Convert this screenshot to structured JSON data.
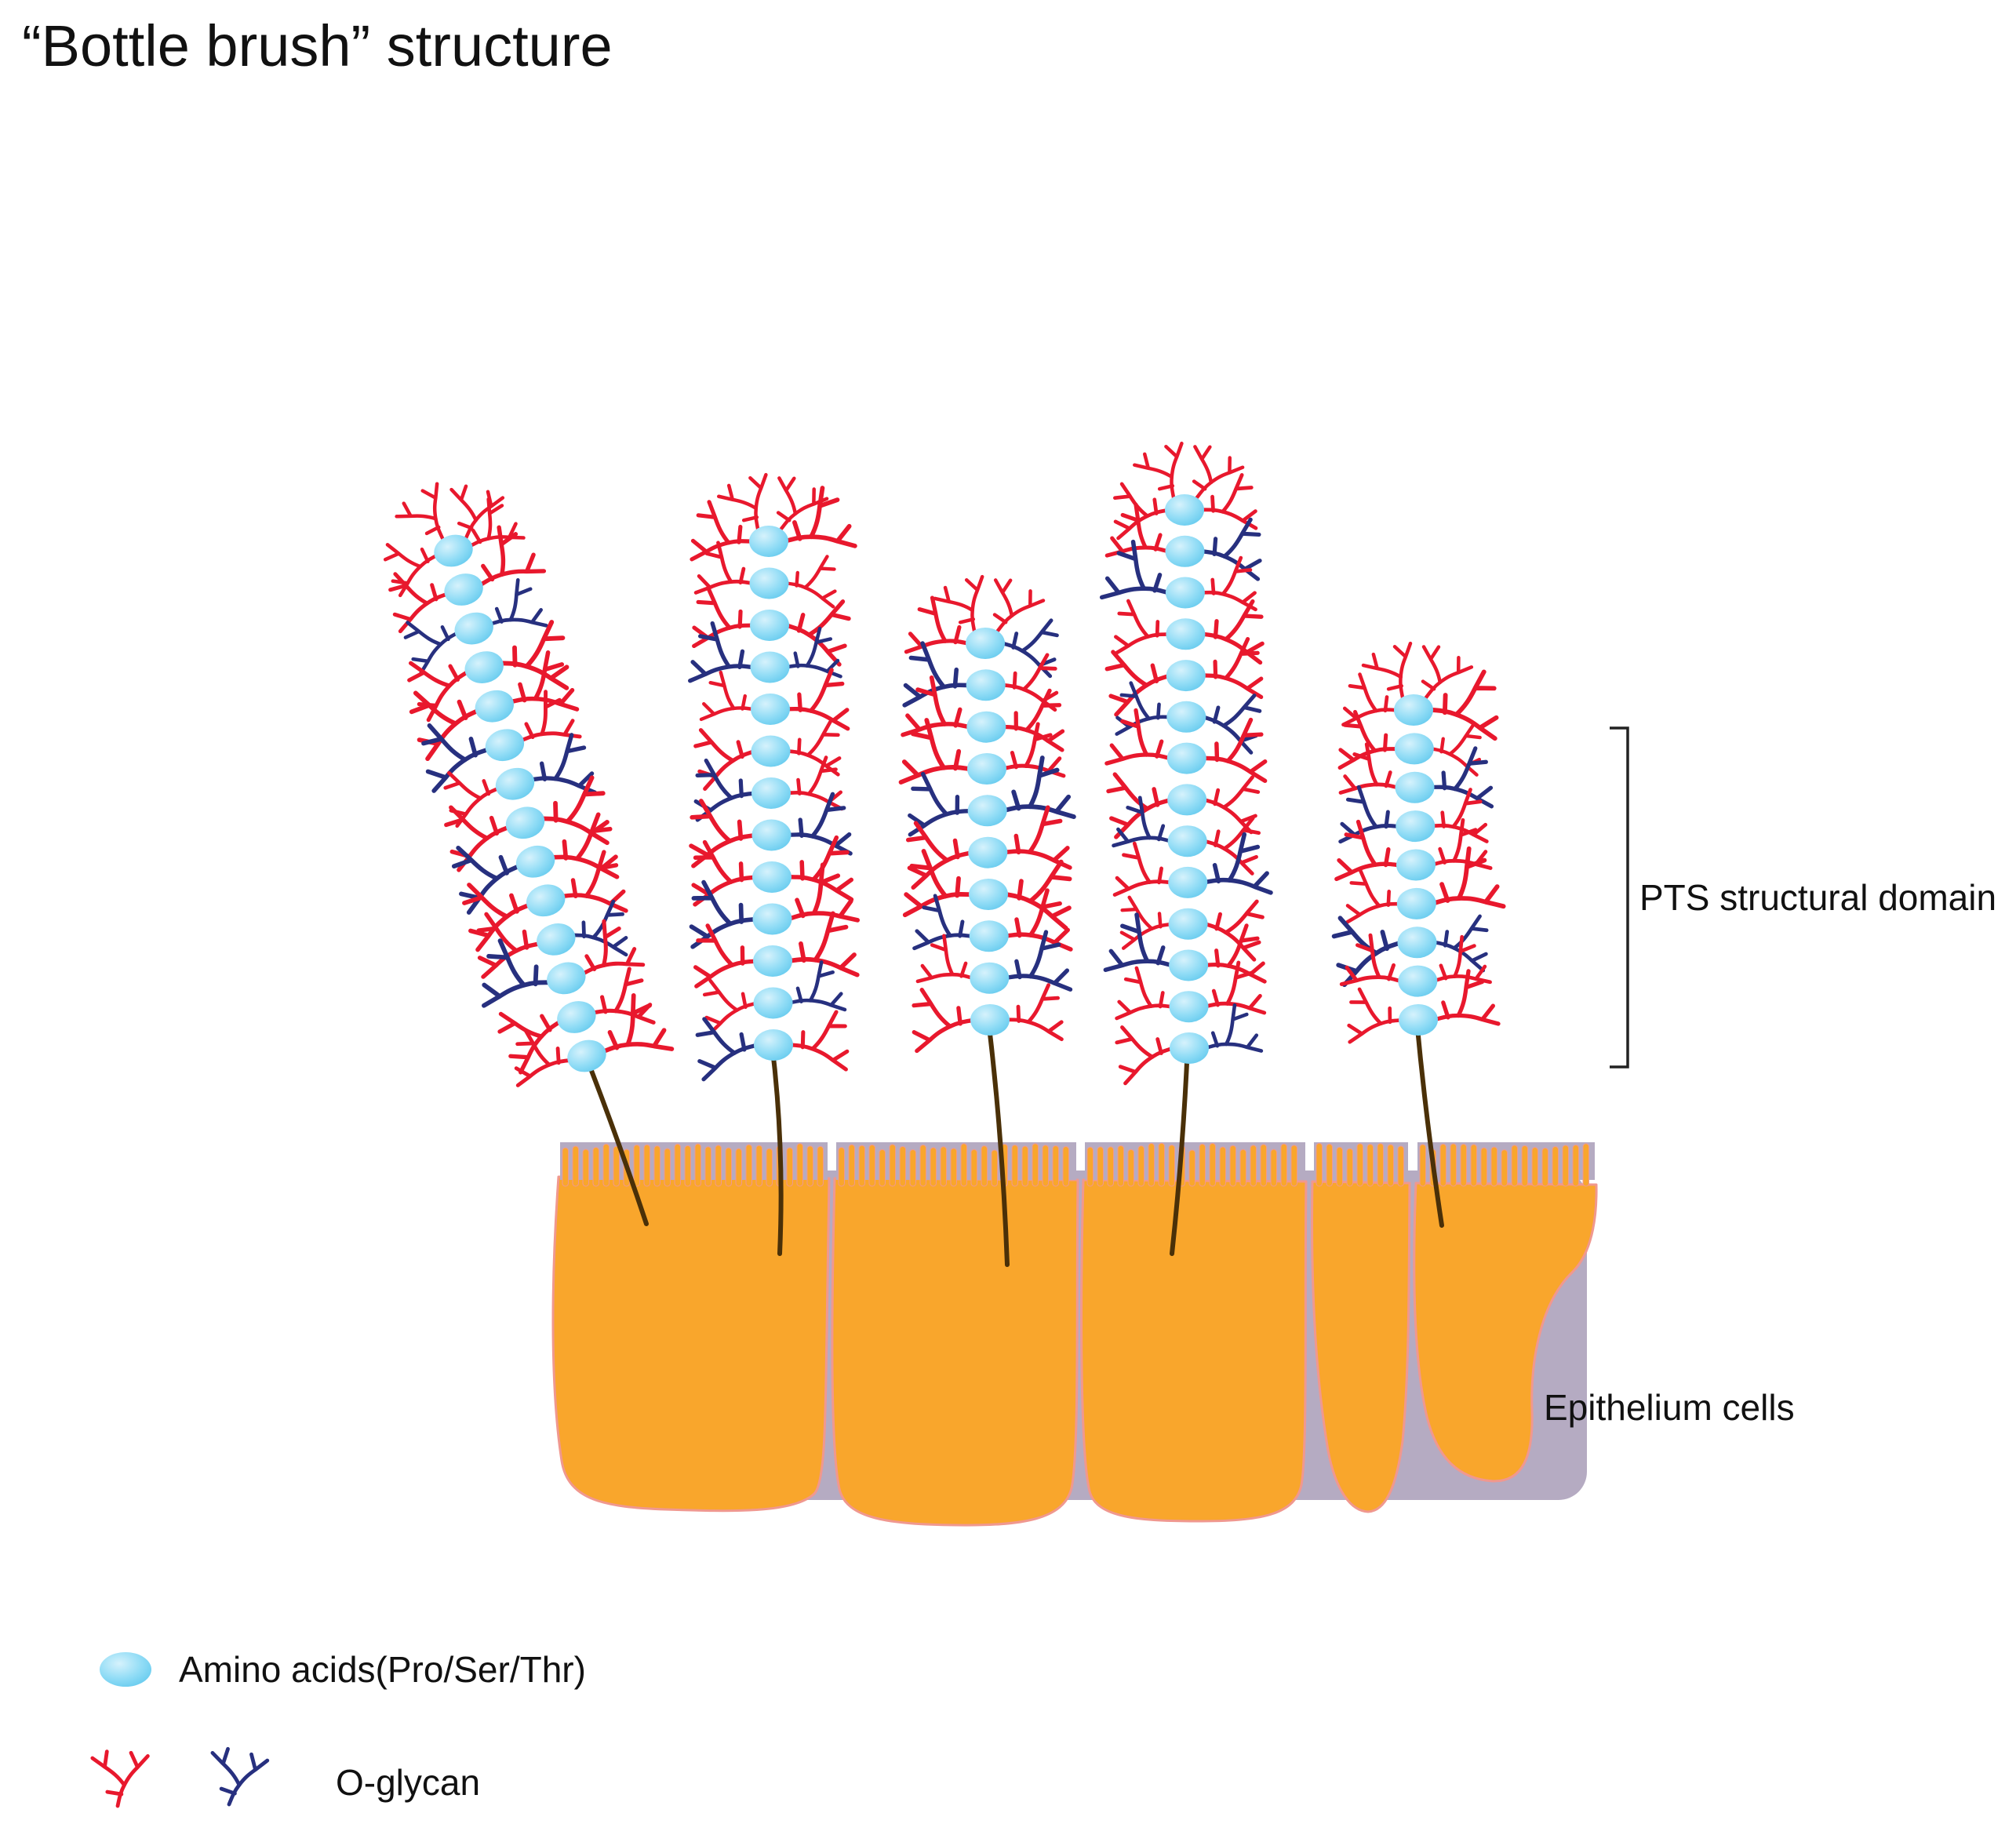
{
  "title": "“Bottle brush” structure",
  "labels": {
    "pts": "PTS structural domain",
    "epithelium": "Epithelium cells"
  },
  "legend": {
    "amino": "Amino acids(Pro/Ser/Thr)",
    "oglycan": "O-glycan"
  },
  "colors": {
    "amino_highlight": "#d6f2fc",
    "amino_mid": "#93ddf6",
    "amino_edge": "#58c5ec",
    "glycan_red": "#e8182d",
    "glycan_blue": "#27307f",
    "cell_fill": "#f9a62c",
    "cell_stroke": "#f0988f",
    "gap_gray": "#b5abc2",
    "anchor": "#4a3008"
  }
}
